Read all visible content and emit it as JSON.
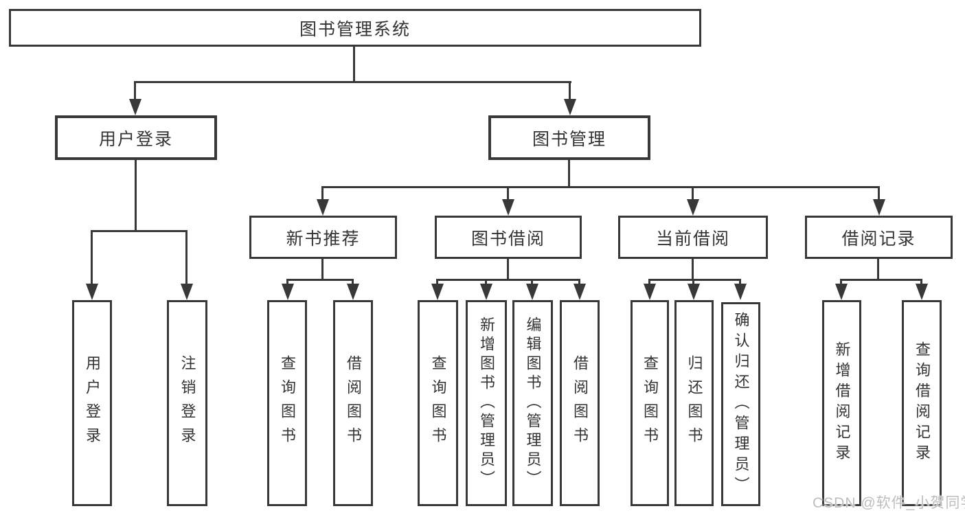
{
  "diagram": {
    "root": {
      "label": "图书管理系统",
      "children": [
        {
          "label": "用户登录",
          "children": [
            {
              "label": "用户登录"
            },
            {
              "label": "注销登录"
            }
          ]
        },
        {
          "label": "图书管理",
          "children": [
            {
              "label": "新书推荐",
              "children": [
                {
                  "label": "查询图书"
                },
                {
                  "label": "借阅图书"
                }
              ]
            },
            {
              "label": "图书借阅",
              "children": [
                {
                  "label": "查询图书"
                },
                {
                  "label": "新增图书（管理员）"
                },
                {
                  "label": "编辑图书（管理员）"
                },
                {
                  "label": "借阅图书"
                }
              ]
            },
            {
              "label": "当前借阅",
              "children": [
                {
                  "label": "查询图书"
                },
                {
                  "label": "归还图书"
                },
                {
                  "label": "确认归还（管理员）"
                }
              ]
            },
            {
              "label": "借阅记录",
              "children": [
                {
                  "label": "新增借阅记录"
                },
                {
                  "label": "查询借阅记录"
                }
              ]
            }
          ]
        }
      ]
    },
    "watermark": "CSDN @软件_小贺同学",
    "colors": {
      "line": "#383838",
      "text": "#333333",
      "watermark": "#bdbdbd",
      "background": "#ffffff"
    }
  }
}
